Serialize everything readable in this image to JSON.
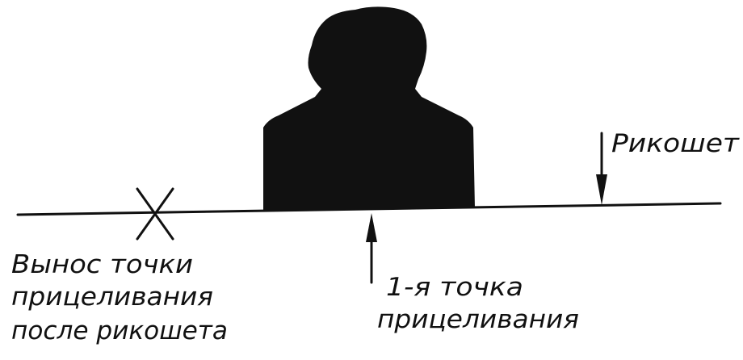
{
  "labels": {
    "ricochet": "Рикошет",
    "offset_line1": "Вынос точки",
    "offset_line2": "прицеливания",
    "offset_line3": "после рикошета",
    "first_aim_line1": "1-я точка",
    "first_aim_line2": "прицеливания"
  },
  "colors": {
    "ink": "#111111",
    "background": "#ffffff"
  },
  "icons": {
    "target": "bust-silhouette",
    "offset_point": "x-cross-mark",
    "arrows": "arrowhead"
  }
}
